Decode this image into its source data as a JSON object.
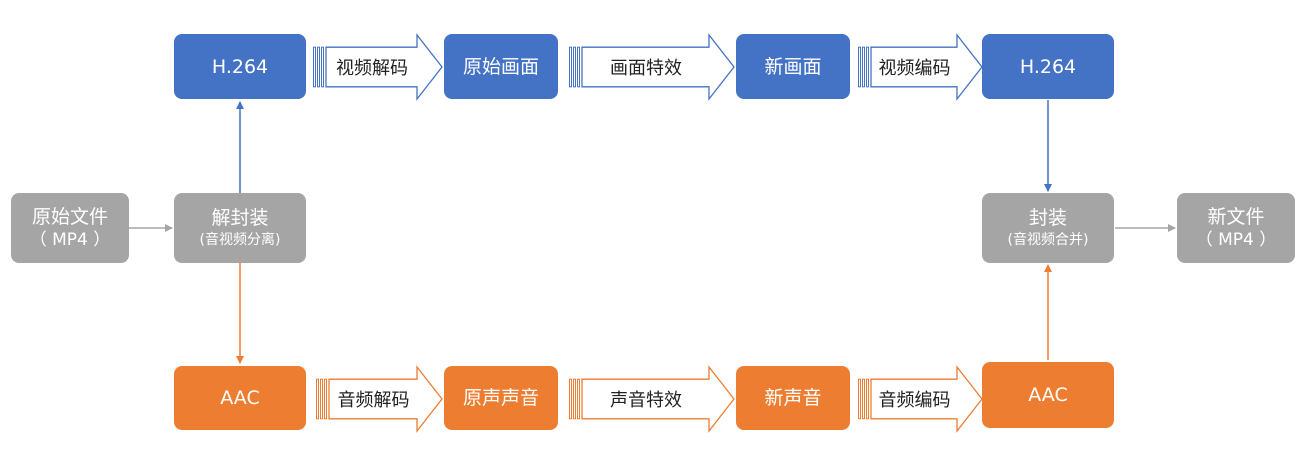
{
  "colors": {
    "video": "#4472c4",
    "file": "#a5a5a5",
    "audio": "#ed7d31",
    "text": "#ffffff"
  },
  "nodes": {
    "source_file": {
      "line1": "原始文件",
      "line2": "（ MP4 ）"
    },
    "demux": {
      "line1": "解封装",
      "line2": "(音视频分离)"
    },
    "video_in": {
      "label": "H.264"
    },
    "raw_frame": {
      "label": "原始画面"
    },
    "new_frame": {
      "label": "新画面"
    },
    "video_out": {
      "label": "H.264"
    },
    "mux": {
      "line1": "封装",
      "line2": "(音视频合并)"
    },
    "output_file": {
      "line1": "新文件",
      "line2": "（ MP4 ）"
    },
    "audio_in": {
      "label": "AAC"
    },
    "raw_audio": {
      "label": "原声声音"
    },
    "new_audio": {
      "label": "新声音"
    },
    "audio_out": {
      "label": "AAC"
    }
  },
  "steps": {
    "video_decode": "视频解码",
    "video_effect": "画面特效",
    "video_encode": "视频编码",
    "audio_decode": "音频解码",
    "audio_effect": "声音特效",
    "audio_encode": "音频编码"
  }
}
